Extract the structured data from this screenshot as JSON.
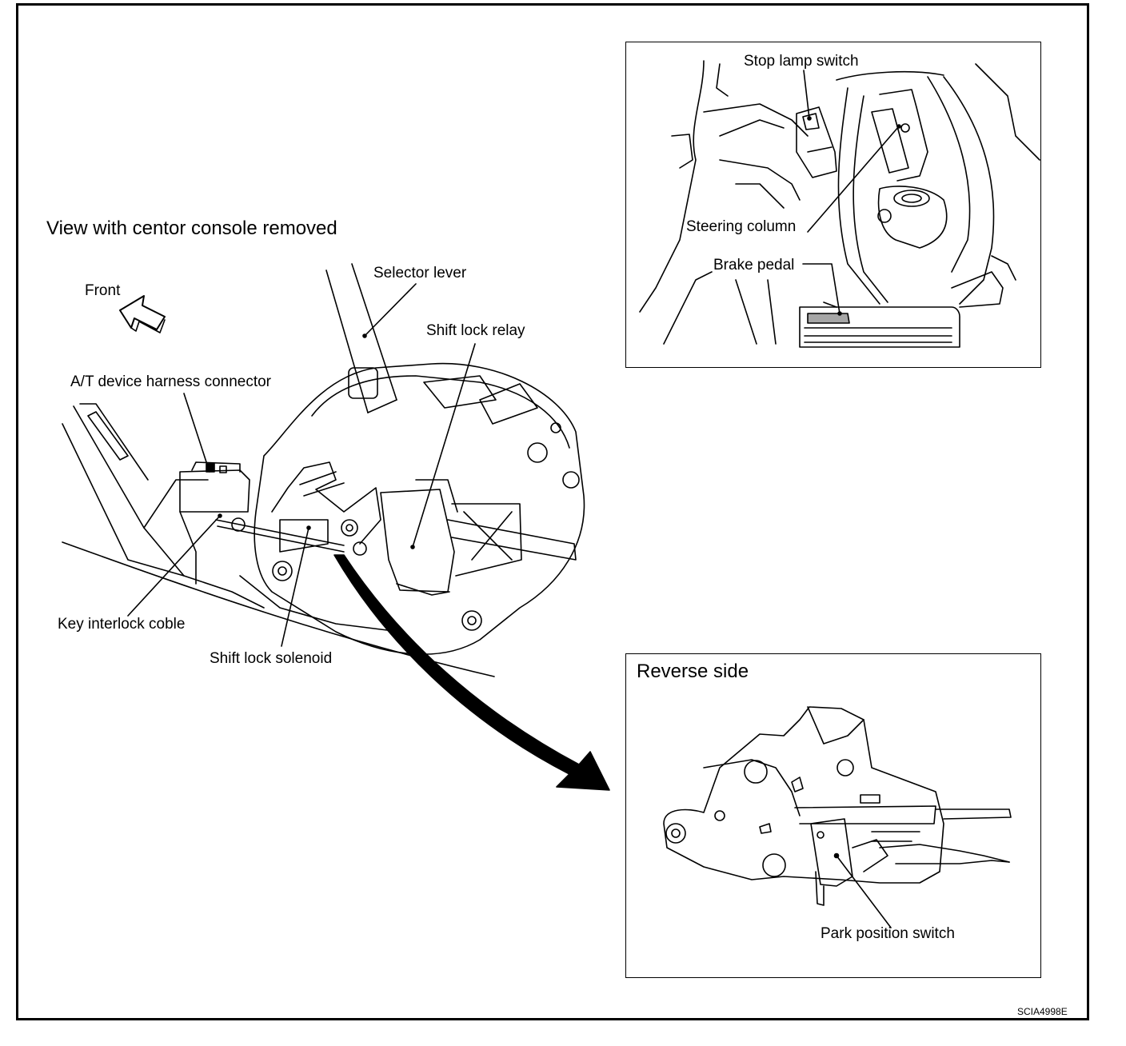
{
  "main_view": {
    "title": "View with centor console removed",
    "labels": {
      "front": "Front",
      "selector_lever": "Selector lever",
      "shift_lock_relay": "Shift lock relay",
      "at_device_harness_connector": "A/T device harness connector",
      "key_interlock_cable": "Key interlock coble",
      "shift_lock_solenoid": "Shift lock solenoid"
    }
  },
  "pedal_inset": {
    "labels": {
      "stop_lamp_switch": "Stop lamp switch",
      "steering_column": "Steering column",
      "brake_pedal": "Brake pedal"
    }
  },
  "reverse_inset": {
    "title": "Reverse side",
    "labels": {
      "park_position_switch": "Park position switch"
    }
  },
  "figure_code": "SCIA4998E"
}
